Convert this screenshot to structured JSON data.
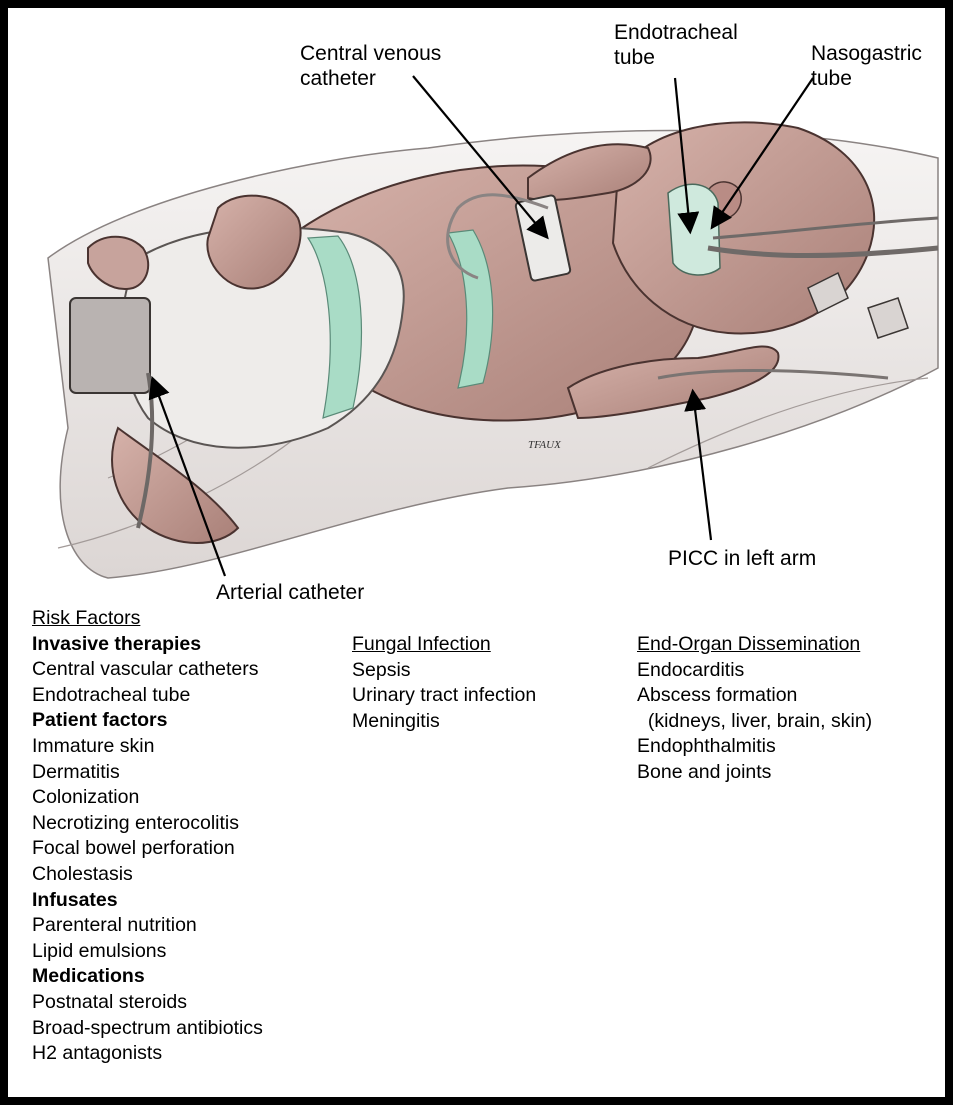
{
  "callouts": {
    "central_venous": "Central venous\ncatheter",
    "endotracheal": "Endotracheal\ntube",
    "nasogastric": "Nasogastric\ntube",
    "arterial": "Arterial catheter",
    "picc": "PICC in left arm"
  },
  "columns": {
    "risk_factors": {
      "header": "Risk Factors",
      "items": [
        {
          "text": "Invasive therapies",
          "bold": true
        },
        {
          "text": "Central vascular catheters",
          "bold": false
        },
        {
          "text": "Endotracheal tube",
          "bold": false
        },
        {
          "text": "Patient factors",
          "bold": true
        },
        {
          "text": "Immature skin",
          "bold": false
        },
        {
          "text": "Dermatitis",
          "bold": false
        },
        {
          "text": "Colonization",
          "bold": false
        },
        {
          "text": "Necrotizing enterocolitis",
          "bold": false
        },
        {
          "text": "Focal bowel perforation",
          "bold": false
        },
        {
          "text": "Cholestasis",
          "bold": false
        },
        {
          "text": "Infusates",
          "bold": true
        },
        {
          "text": "Parenteral nutrition",
          "bold": false
        },
        {
          "text": "Lipid emulsions",
          "bold": false
        },
        {
          "text": "Medications",
          "bold": true
        },
        {
          "text": "Postnatal steroids",
          "bold": false
        },
        {
          "text": "Broad-spectrum antibiotics",
          "bold": false
        },
        {
          "text": "H2 antagonists",
          "bold": false
        }
      ]
    },
    "fungal_infection": {
      "header": "Fungal Infection",
      "items": [
        {
          "text": "Sepsis",
          "bold": false
        },
        {
          "text": "Urinary tract infection",
          "bold": false
        },
        {
          "text": "Meningitis",
          "bold": false
        }
      ]
    },
    "end_organ": {
      "header": "End-Organ Dissemination",
      "items": [
        {
          "text": "Endocarditis",
          "bold": false
        },
        {
          "text": "Abscess formation",
          "bold": false
        },
        {
          "text": "  (kidneys, liver, brain, skin)",
          "bold": false
        },
        {
          "text": "Endophthalmitis",
          "bold": false
        },
        {
          "text": "Bone and joints",
          "bold": false
        }
      ]
    }
  },
  "colors": {
    "skin": "#c7a39c",
    "skin_shadow": "#9c7a74",
    "diaper_band": "#a9dcc6",
    "ink": "#1a1a1a",
    "frame": "#000000"
  }
}
